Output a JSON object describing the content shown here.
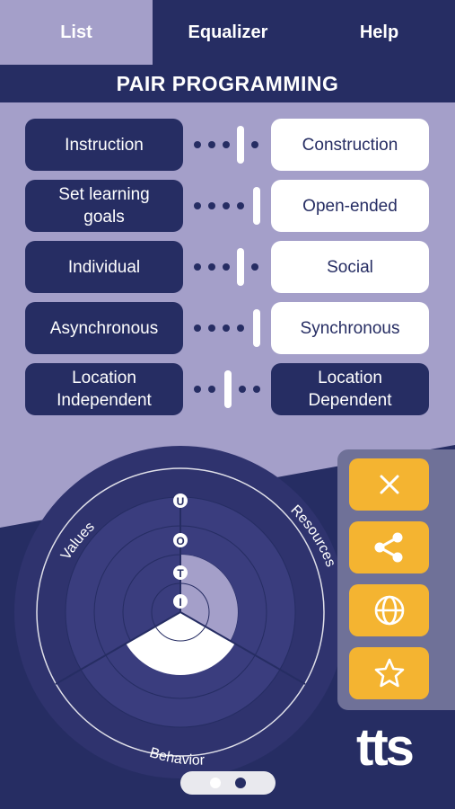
{
  "tabs": [
    "List",
    "Equalizer",
    "Help"
  ],
  "title": "PAIR PROGRAMMING",
  "rows": [
    {
      "left": "Instruction",
      "right": "Construction"
    },
    {
      "left": "Set learning\ngoals",
      "right": "Open-ended"
    },
    {
      "left": "Individual",
      "right": "Social"
    },
    {
      "left": "Asynchronous",
      "right": "Synchronous"
    },
    {
      "left": "Location\nIndependent",
      "right": "Location\nDependent"
    }
  ],
  "wheel": {
    "segments": [
      "Values",
      "Resources",
      "Behavior"
    ],
    "levels": [
      "U",
      "O",
      "T",
      "I"
    ]
  },
  "side_buttons": [
    "close-icon",
    "share-icon",
    "globe-icon",
    "star-icon"
  ],
  "logo": "tts",
  "pager": {
    "pages": 2,
    "current": 2
  },
  "colors": {
    "navy": "#262d63",
    "lavender": "#a49fc9",
    "accent": "#f4b431",
    "white": "#ffffff"
  }
}
